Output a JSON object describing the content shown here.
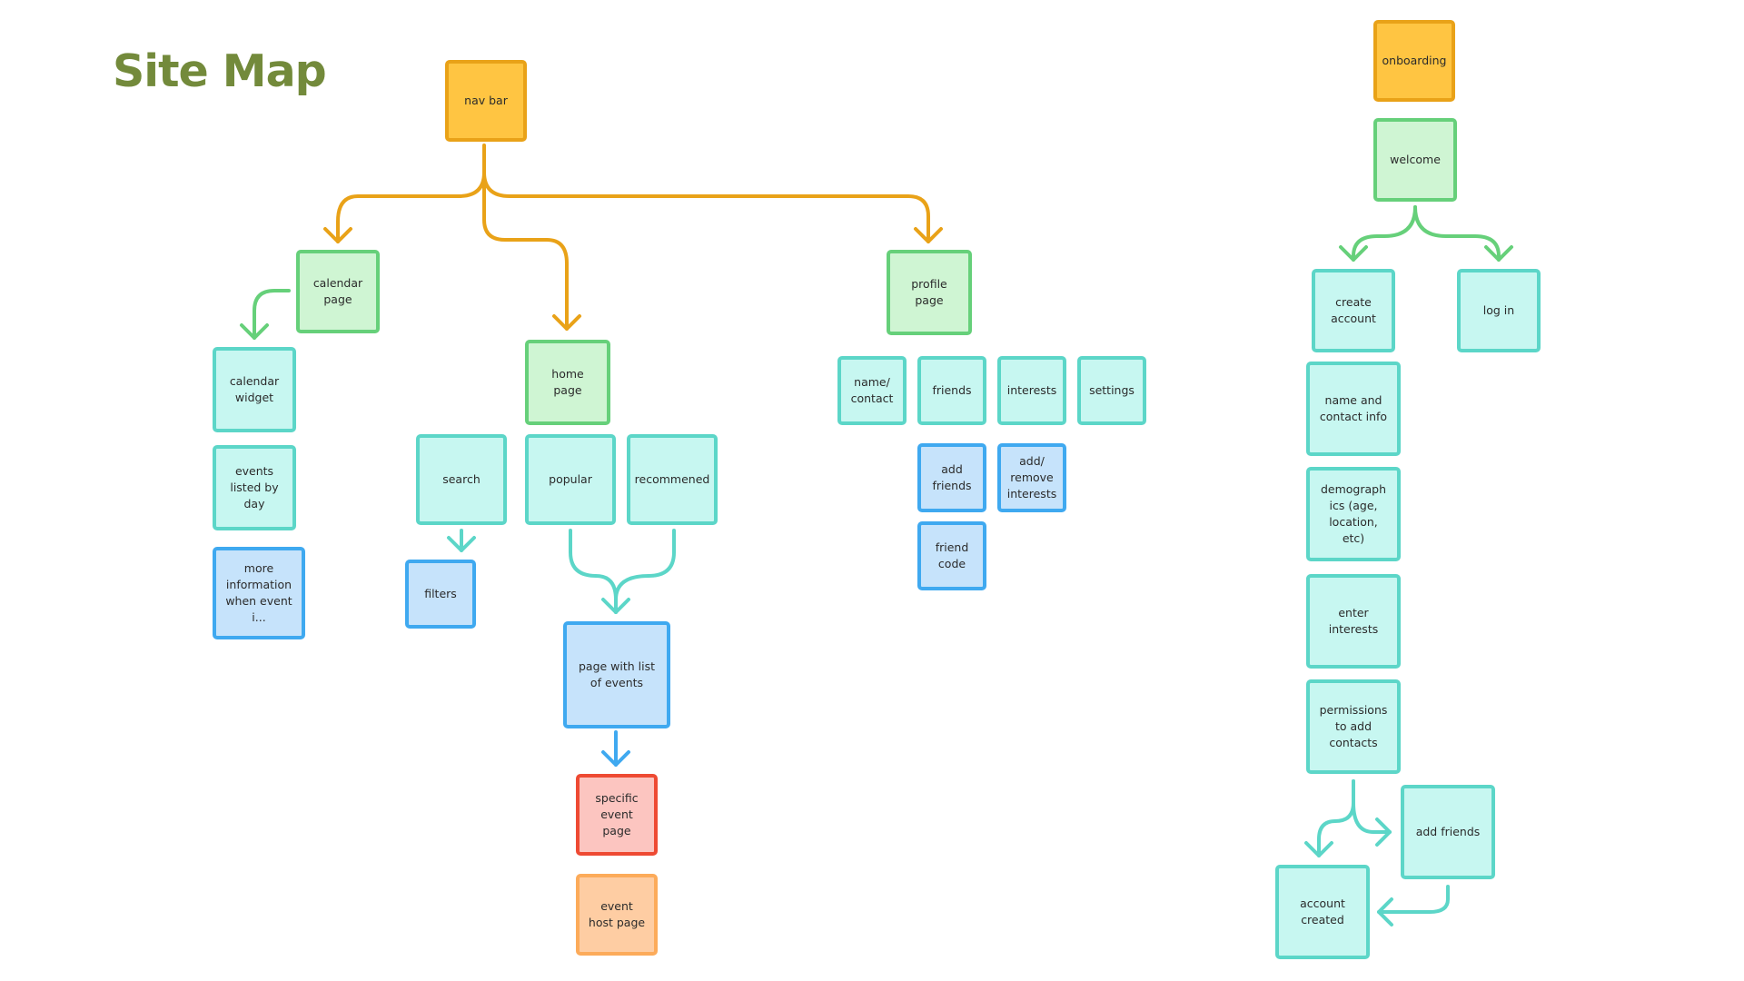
{
  "title": "Site Map",
  "nodes": {
    "nav_bar": "nav bar",
    "calendar_page": "calendar page",
    "home_page": "home page",
    "profile_page": "profile page",
    "calendar_widget": "calendar widget",
    "events_listed_by_day": "events listed by day",
    "more_information": "more information when event i...",
    "search": "search",
    "popular": "popular",
    "recommened": "recommened",
    "filters": "filters",
    "page_with_list_of_events": "page with list of events",
    "specific_event_page": "specific event page",
    "event_host_page": "event host page",
    "name_contact": "name/ contact",
    "friends": "friends",
    "interests": "interests",
    "settings": "settings",
    "add_friends_profile": "add friends",
    "add_remove_interests": "add/ remove interests",
    "friend_code": "friend code",
    "onboarding": "onboarding",
    "welcome": "welcome",
    "create_account": "create account",
    "log_in": "log in",
    "name_and_contact_info": "name and contact info",
    "demographics": "demograph ics (age, location, etc)",
    "enter_interests": "enter interests",
    "permissions": "permissions to add contacts",
    "add_friends_onboarding": "add friends",
    "account_created": "account created"
  },
  "colors": {
    "title": "#738a3b",
    "yellow": "#ffc542",
    "green": "#cff5d3",
    "teal": "#c7f7f1",
    "blue": "#c6e3fb",
    "red": "#fcc5c0",
    "peach": "#fecda3"
  }
}
